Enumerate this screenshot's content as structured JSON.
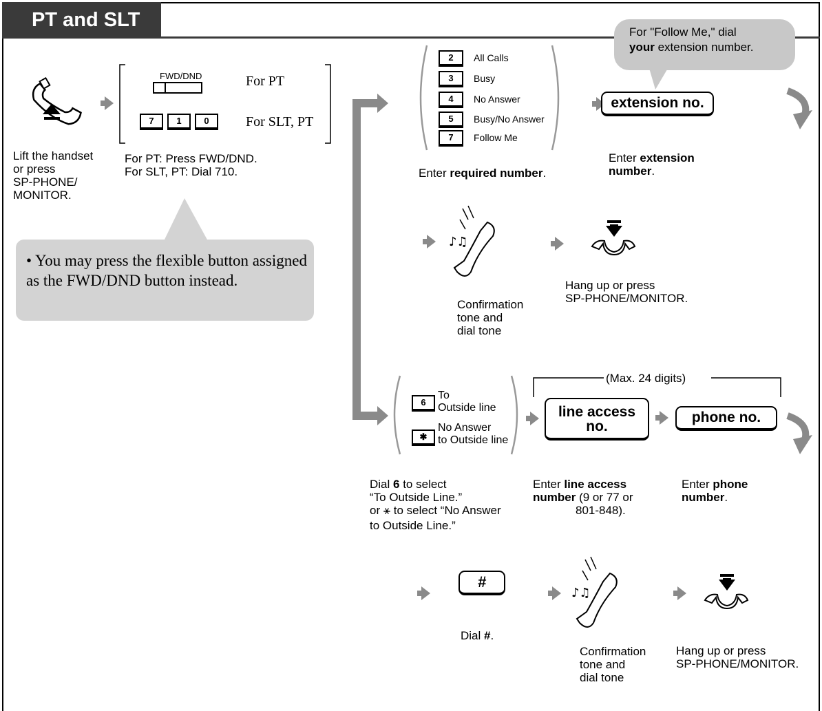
{
  "title": "PT and SLT",
  "step1": {
    "caption": [
      "Lift the handset",
      "or press",
      "SP-PHONE/",
      "MONITOR."
    ]
  },
  "step2": {
    "fwd_key_label": "FWD/DND",
    "keys_710": [
      "7",
      "1",
      "0"
    ],
    "for_pt": "For PT",
    "for_slt_pt": "For SLT, PT",
    "caption": [
      "For PT: Press FWD/DND.",
      "For SLT, PT: Dial 710."
    ]
  },
  "note": "• You may press the flexible button assigned as the FWD/DND button instead.",
  "options_upper": [
    {
      "key": "2",
      "label": "All Calls"
    },
    {
      "key": "3",
      "label": "Busy"
    },
    {
      "key": "4",
      "label": "No Answer"
    },
    {
      "key": "5",
      "label": "Busy/No Answer"
    },
    {
      "key": "7",
      "label": "Follow Me"
    }
  ],
  "upper_caption_plain": "Enter ",
  "upper_caption_bold": "required number",
  "upper_caption_end": ".",
  "follow_me_bubble": {
    "line1": "For \"Follow Me,\" dial",
    "line2_bold": "your",
    "line2_rest": " extension number."
  },
  "extension_box": "extension no.",
  "extension_caption": {
    "plain": "Enter ",
    "bold1": "extension",
    "bold2": "number",
    "end": "."
  },
  "confirm_caption": [
    "Confirmation",
    "tone and",
    "dial tone"
  ],
  "hangup_caption": [
    "Hang up or press",
    "SP-PHONE/MONITOR."
  ],
  "options_lower": [
    {
      "key": "6",
      "label_lines": [
        "To",
        "Outside line"
      ]
    },
    {
      "key": "✱",
      "label_lines": [
        "No Answer",
        "to Outside line"
      ]
    }
  ],
  "max_digits": "(Max. 24 digits)",
  "line_access_box": [
    "line access",
    "no."
  ],
  "phone_box": "phone no.",
  "lower_caption_left": {
    "l1_plain": "Dial ",
    "l1_bold": "6",
    "l1_rest": " to select",
    "l2": "“To Outside Line.”",
    "l3": "or ⚹ to select “No Answer",
    "l4": "to Outside Line.”"
  },
  "line_access_caption": {
    "plain": "Enter ",
    "bold1": "line access",
    "bold2": "number",
    "rest2": " (9 or 77 or",
    "l3": "801-848)."
  },
  "phone_caption": {
    "plain": "Enter ",
    "bold1": "phone",
    "bold2": "number",
    "end": "."
  },
  "hash_key": "#",
  "hash_caption": {
    "plain": "Dial ",
    "bold": "#",
    "end": "."
  },
  "confirm_caption2": [
    "Confirmation",
    "tone and",
    "dial tone"
  ],
  "hangup_caption2": [
    "Hang up or press",
    "SP-PHONE/MONITOR."
  ],
  "colors": {
    "title_bg": "#3a3a3a",
    "arrow": "#8a8a8a",
    "callout": "#d3d3d3",
    "bubble": "#c8c8c8"
  }
}
